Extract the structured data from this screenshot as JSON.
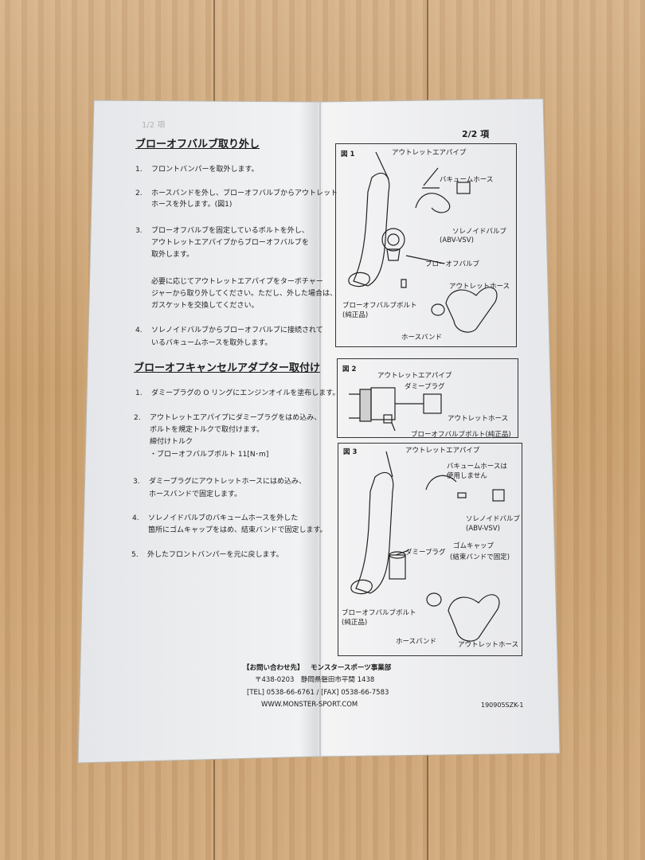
{
  "page_number": "2/2 項",
  "ghost_page": "1/2 項",
  "section1": {
    "title": "ブローオフバルブ取り外し",
    "steps": [
      {
        "num": "1.",
        "lines": [
          "フロントバンパーを取外します。"
        ]
      },
      {
        "num": "2.",
        "lines": [
          "ホースバンドを外し、ブローオフバルブからアウトレット",
          "ホースを外します。(図1)"
        ]
      },
      {
        "num": "3.",
        "lines": [
          "ブローオフバルブを固定しているボルトを外し、",
          "アウトレットエアパイプからブローオフバルブを",
          "取外します。"
        ]
      },
      {
        "num": "",
        "lines": [
          "必要に応じてアウトレットエアパイプをターボチャー",
          "ジャーから取り外してください。ただし、外した場合は、",
          "ガスケットを交換してください。"
        ]
      },
      {
        "num": "4.",
        "lines": [
          "ソレノイドバルブからブローオフバルブに接続されて",
          "いるバキュームホースを取外します。"
        ]
      }
    ]
  },
  "section2": {
    "title": "ブローオフキャンセルアダプター取付け",
    "steps": [
      {
        "num": "1.",
        "lines": [
          "ダミープラグの O リングにエンジンオイルを塗布します。"
        ]
      },
      {
        "num": "2.",
        "lines": [
          "アウトレットエアパイプにダミープラグをはめ込み、",
          "ボルトを規定トルクで取付けます。",
          "締付けトルク",
          "・ブローオフバルブボルト 11[N･m]"
        ]
      },
      {
        "num": "3.",
        "lines": [
          "ダミープラグにアウトレットホースにはめ込み、",
          "ホースバンドで固定します。"
        ]
      },
      {
        "num": "4.",
        "lines": [
          "ソレノイドバルブのバキュームホースを外した",
          "箇所にゴムキャップをはめ、結束バンドで固定します。"
        ]
      },
      {
        "num": "5.",
        "lines": [
          "外したフロントバンパーを元に戻します。"
        ]
      }
    ]
  },
  "fig1": {
    "title": "図 1",
    "labels": {
      "outlet_pipe": "アウトレットエアパイプ",
      "vacuum_hose": "バキュームホース",
      "solenoid": "ソレノイドバルブ",
      "solenoid_code": "(ABV-VSV)",
      "bov": "ブローオフバルブ",
      "outlet_hose": "アウトレットホース",
      "bov_bolt": "ブローオフバルブボルト",
      "genuine": "(純正品)",
      "hose_band": "ホースバンド"
    }
  },
  "fig2": {
    "title": "図 2",
    "labels": {
      "outlet_pipe": "アウトレットエアパイプ",
      "dummy_plug": "ダミープラグ",
      "outlet_hose": "アウトレットホース",
      "bov_bolt": "ブローオフバルブボルト(純正品)"
    }
  },
  "fig3": {
    "title": "図 3",
    "labels": {
      "outlet_pipe": "アウトレットエアパイプ",
      "vacuum_hose_1": "バキュームホースは",
      "vacuum_hose_2": "使用しません",
      "solenoid": "ソレノイドバルブ",
      "solenoid_code": "(ABV-VSV)",
      "rubber_cap": "ゴムキャップ",
      "rubber_cap_note": "(結束バンドで固定)",
      "dummy_plug": "ダミープラグ",
      "bov_bolt": "ブローオフバルブボルト",
      "genuine": "(純正品)",
      "hose_band": "ホースバンド",
      "outlet_hose": "アウトレットホース"
    }
  },
  "footer": {
    "contact_label": "【お問い合わせ先】",
    "company": "モンスタースポーツ事業部",
    "address": "〒438-0203　静岡県磐田市平間 1438",
    "tel_fax": "[TEL] 0538-66-6761 / [FAX] 0538-66-7583",
    "website": "WWW.MONSTER-SPORT.COM",
    "doc_code": "190905SZK-1"
  }
}
